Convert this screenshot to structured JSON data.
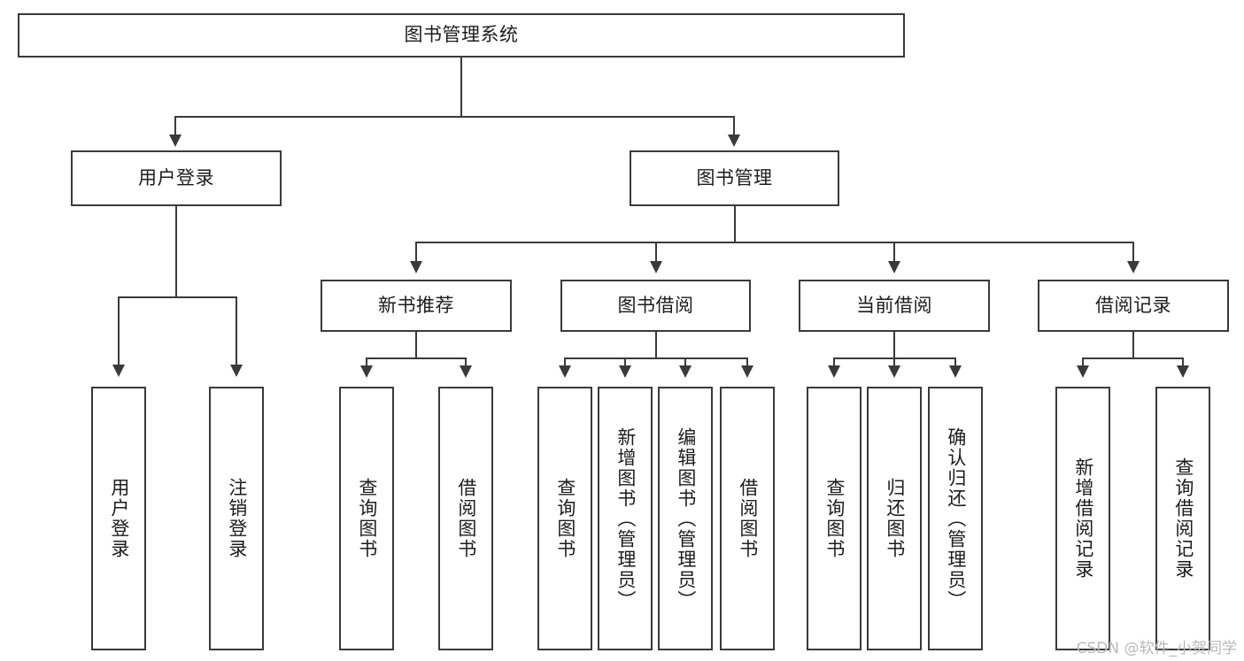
{
  "diagram": {
    "title": "图书管理系统",
    "type": "tree-hierarchy",
    "watermark": "CSDN @软件_小贺同学",
    "colors": {
      "box_border": "#3a3a3a",
      "box_fill": "#ffffff",
      "text": "#1c1c1c",
      "connector": "#3a3a3a",
      "watermark": "#b9b9b9",
      "background": "#ffffff"
    },
    "levels": {
      "root": {
        "label": "图书管理系统"
      },
      "level2": [
        {
          "label": "用户登录"
        },
        {
          "label": "图书管理"
        }
      ],
      "level3": [
        {
          "label": "新书推荐"
        },
        {
          "label": "图书借阅"
        },
        {
          "label": "当前借阅"
        },
        {
          "label": "借阅记录"
        }
      ],
      "leaves_user_login": [
        {
          "label": "用户登录"
        },
        {
          "label": "注销登录"
        }
      ],
      "leaves_new_book": [
        {
          "label": "查询图书"
        },
        {
          "label": "借阅图书"
        }
      ],
      "leaves_borrow": [
        {
          "label": "查询图书"
        },
        {
          "label": "新增图书（管理员）"
        },
        {
          "label": "编辑图书（管理员）"
        },
        {
          "label": "借阅图书"
        }
      ],
      "leaves_current": [
        {
          "label": "查询图书"
        },
        {
          "label": "归还图书"
        },
        {
          "label": "确认归还（管理员）"
        }
      ],
      "leaves_records": [
        {
          "label": "新增借阅记录"
        },
        {
          "label": "查询借阅记录"
        }
      ]
    }
  }
}
